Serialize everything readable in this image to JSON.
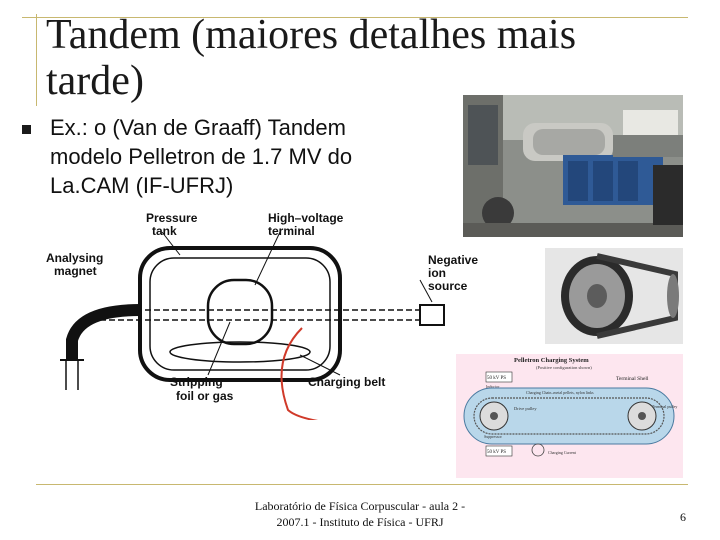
{
  "slide": {
    "title_line1": "Tandem (maiores detalhes mais",
    "title_line2": "tarde)",
    "bullet_text": "Ex.: o (Van de Graaff) Tandem\nmodelo Pelletron de 1.7 MV do\nLa.CAM     (IF-UFRJ)"
  },
  "diagram": {
    "labels": {
      "pressure_tank": [
        "Pressure",
        "tank"
      ],
      "high_voltage_terminal": [
        "High–voltage",
        "terminal"
      ],
      "analysing_magnet": [
        "Analysing",
        "magnet"
      ],
      "negative_ion_source": [
        "Negative",
        "ion",
        "source"
      ],
      "stripping_foil": [
        "Stripping",
        "foil or gas"
      ],
      "charging_belt": "Charging belt"
    }
  },
  "charging_system": {
    "title": "Pelletron Charging System",
    "subtitle": "(Positive configuration shown)",
    "ps_top": "50 kV PS",
    "ps_bottom": "50 kV PS",
    "terminal_shell": "Terminal Shell",
    "inductor": "Inductor",
    "chain": "Charging Chain–metal pellets, nylon links",
    "drive_pulley": "Drive pulley",
    "terminal_pulley": "Terminal pulley",
    "suppressor": "Suppressor",
    "charging_current": "Charging Current"
  },
  "footer": {
    "line1": "Laboratório de Física Corpuscular - aula 2 -",
    "line2": "2007.1 - Instituto de Física - UFRJ",
    "page": "6"
  },
  "colors": {
    "accent_rule": "#c8b870",
    "arrow": "#d03a2a"
  }
}
